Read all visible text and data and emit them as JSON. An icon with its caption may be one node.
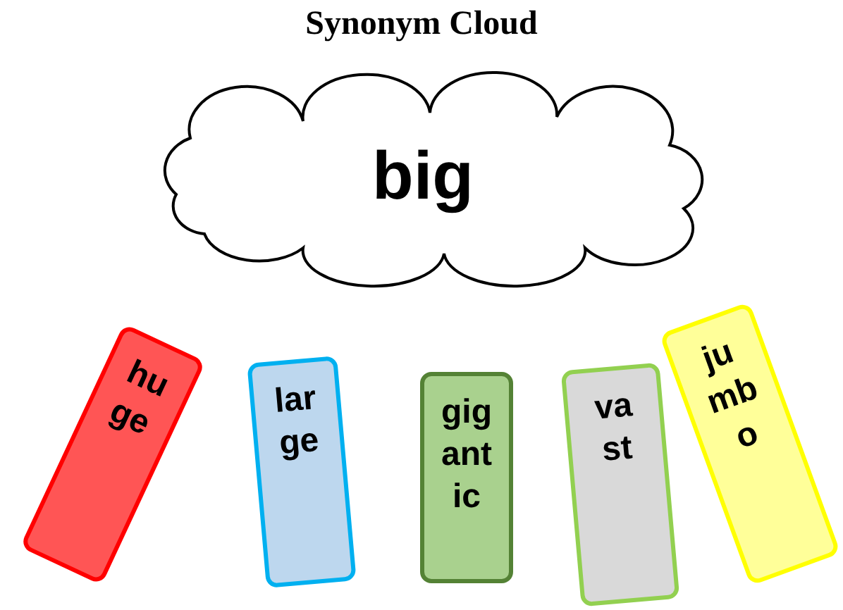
{
  "diagram": {
    "title": "Synonym Cloud",
    "nodes": [
      {
        "text": [
          "big"
        ]
      },
      {
        "text": [
          "huge"
        ]
      },
      {
        "text": [
          "large"
        ]
      },
      {
        "text": [
          "gigantic"
        ]
      },
      {
        "text": [
          "vast"
        ]
      },
      {
        "text": [
          "jumbo"
        ]
      }
    ]
  }
}
